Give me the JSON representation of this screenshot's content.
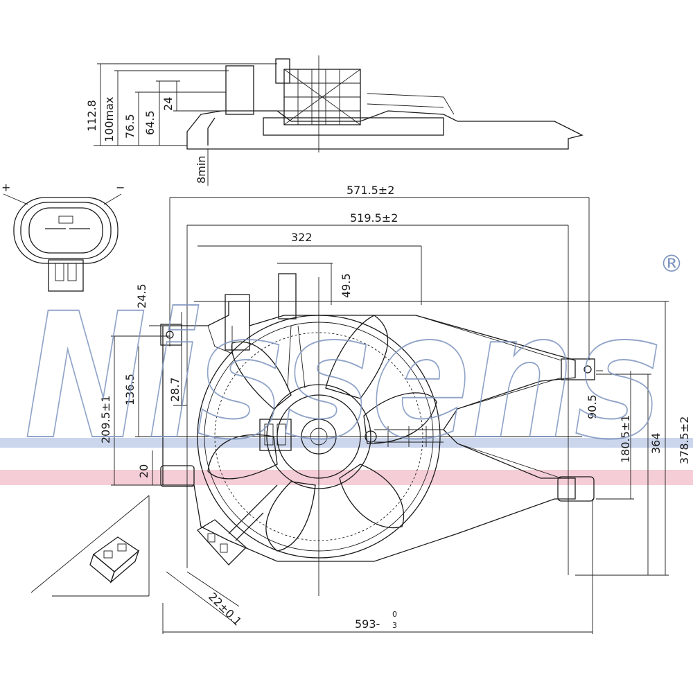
{
  "watermark": {
    "brand": "Nissens",
    "registered_mark": "®",
    "band_colors": {
      "blue": "#b9c8e6",
      "pink": "#f0b8c4"
    }
  },
  "connector": {
    "plus_label": "+",
    "minus_label": "−"
  },
  "side_view_dimensions": {
    "d1": "112.8",
    "d2": "100max",
    "d3": "76.5",
    "d4": "64.5",
    "d5": "24",
    "d6": "8min"
  },
  "front_view_dimensions": {
    "overall_width": "571.5±2",
    "width_2": "519.5±2",
    "offset_322": "322",
    "v_49_5": "49.5",
    "v_24_5": "24.5",
    "v_28_7": "28.7",
    "v_136_5": "136.5",
    "v_209_5": "209.5±1",
    "v_20": "20",
    "v_90_5": "90.5",
    "v_180_5": "180.5±1",
    "v_364": "364",
    "v_378_5": "378.5±2",
    "connector_22": "22±0.1"
  },
  "bottom_dimension": {
    "base": "593-",
    "upper_tol": "0",
    "lower_tol": "3"
  }
}
